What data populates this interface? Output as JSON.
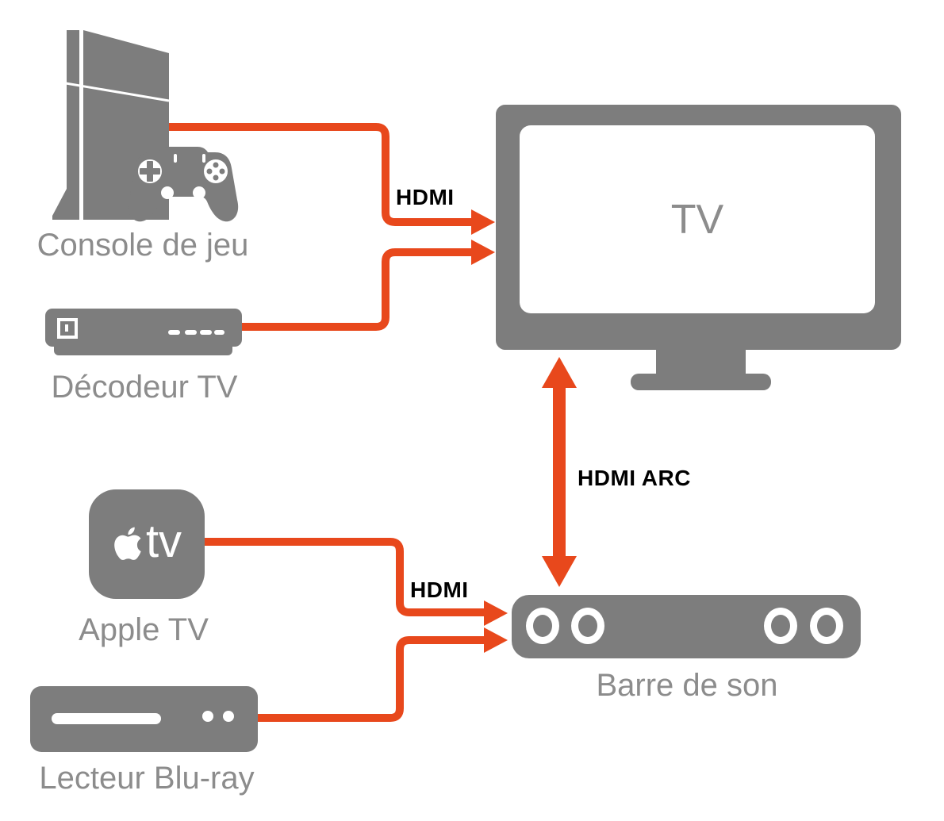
{
  "theme": {
    "background": "#FFFFFF",
    "orange": "#E8481C",
    "icon_gray": "#7D7D7D",
    "label_gray": "#8C8C8C",
    "hdmi_label_color": "#000000"
  },
  "devices": {
    "console": {
      "label": "Console de jeu"
    },
    "decoder": {
      "label": "Décodeur TV"
    },
    "apple_tv": {
      "label": "Apple TV",
      "icon_text": "tv"
    },
    "bluray": {
      "label": "Lecteur Blu-ray"
    },
    "tv": {
      "label": "TV"
    },
    "soundbar": {
      "label": "Barre de son"
    }
  },
  "connections": [
    {
      "from": "console",
      "to": "tv",
      "type": "hdmi",
      "label": "HDMI",
      "bidirectional": false
    },
    {
      "from": "decoder",
      "to": "tv",
      "type": "hdmi",
      "label": "",
      "bidirectional": false
    },
    {
      "from": "tv",
      "to": "soundbar",
      "type": "hdmi-arc",
      "label": "HDMI ARC",
      "bidirectional": true
    },
    {
      "from": "apple_tv",
      "to": "soundbar",
      "type": "hdmi",
      "label": "HDMI",
      "bidirectional": false
    },
    {
      "from": "bluray",
      "to": "soundbar",
      "type": "hdmi",
      "label": "",
      "bidirectional": false
    }
  ]
}
